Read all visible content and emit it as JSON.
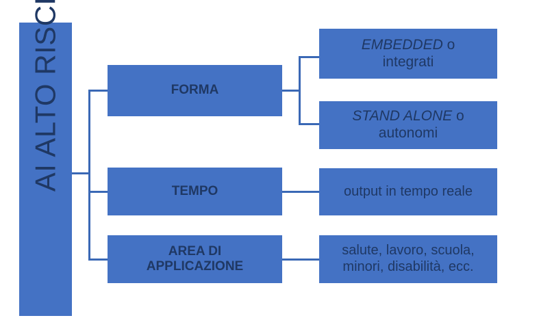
{
  "diagram": {
    "title": "AI ALTO RISCHIO",
    "colors": {
      "box_fill": "#4472C4",
      "text": "#1F3864",
      "connector": "#3A68B5",
      "background": "#FFFFFF"
    },
    "root": {
      "label": "AI ALTO RISCHIO",
      "orientation": "vertical"
    },
    "branches": [
      {
        "key": "forma",
        "label": "FORMA",
        "children": [
          {
            "key": "embedded",
            "emphasis": "EMBEDDED",
            "rest": " o",
            "line2": "integrati",
            "full_text": "EMBEDDED o integrati"
          },
          {
            "key": "standalone",
            "emphasis": "STAND ALONE",
            "rest": " o",
            "line2": "autonomi",
            "full_text": "STAND ALONE o autonomi"
          }
        ]
      },
      {
        "key": "tempo",
        "label": "TEMPO",
        "children": [
          {
            "key": "output",
            "line1": "output in tempo reale",
            "full_text": "output in tempo reale"
          }
        ]
      },
      {
        "key": "area",
        "label_line1": "AREA DI",
        "label_line2": "APPLICAZIONE",
        "label": "AREA DI APPLICAZIONE",
        "children": [
          {
            "key": "ambiti",
            "line1": "salute, lavoro, scuola,",
            "line2": "minori, disabilità, ecc.",
            "full_text": "salute, lavoro, scuola, minori, disabilità, ecc."
          }
        ]
      }
    ]
  }
}
